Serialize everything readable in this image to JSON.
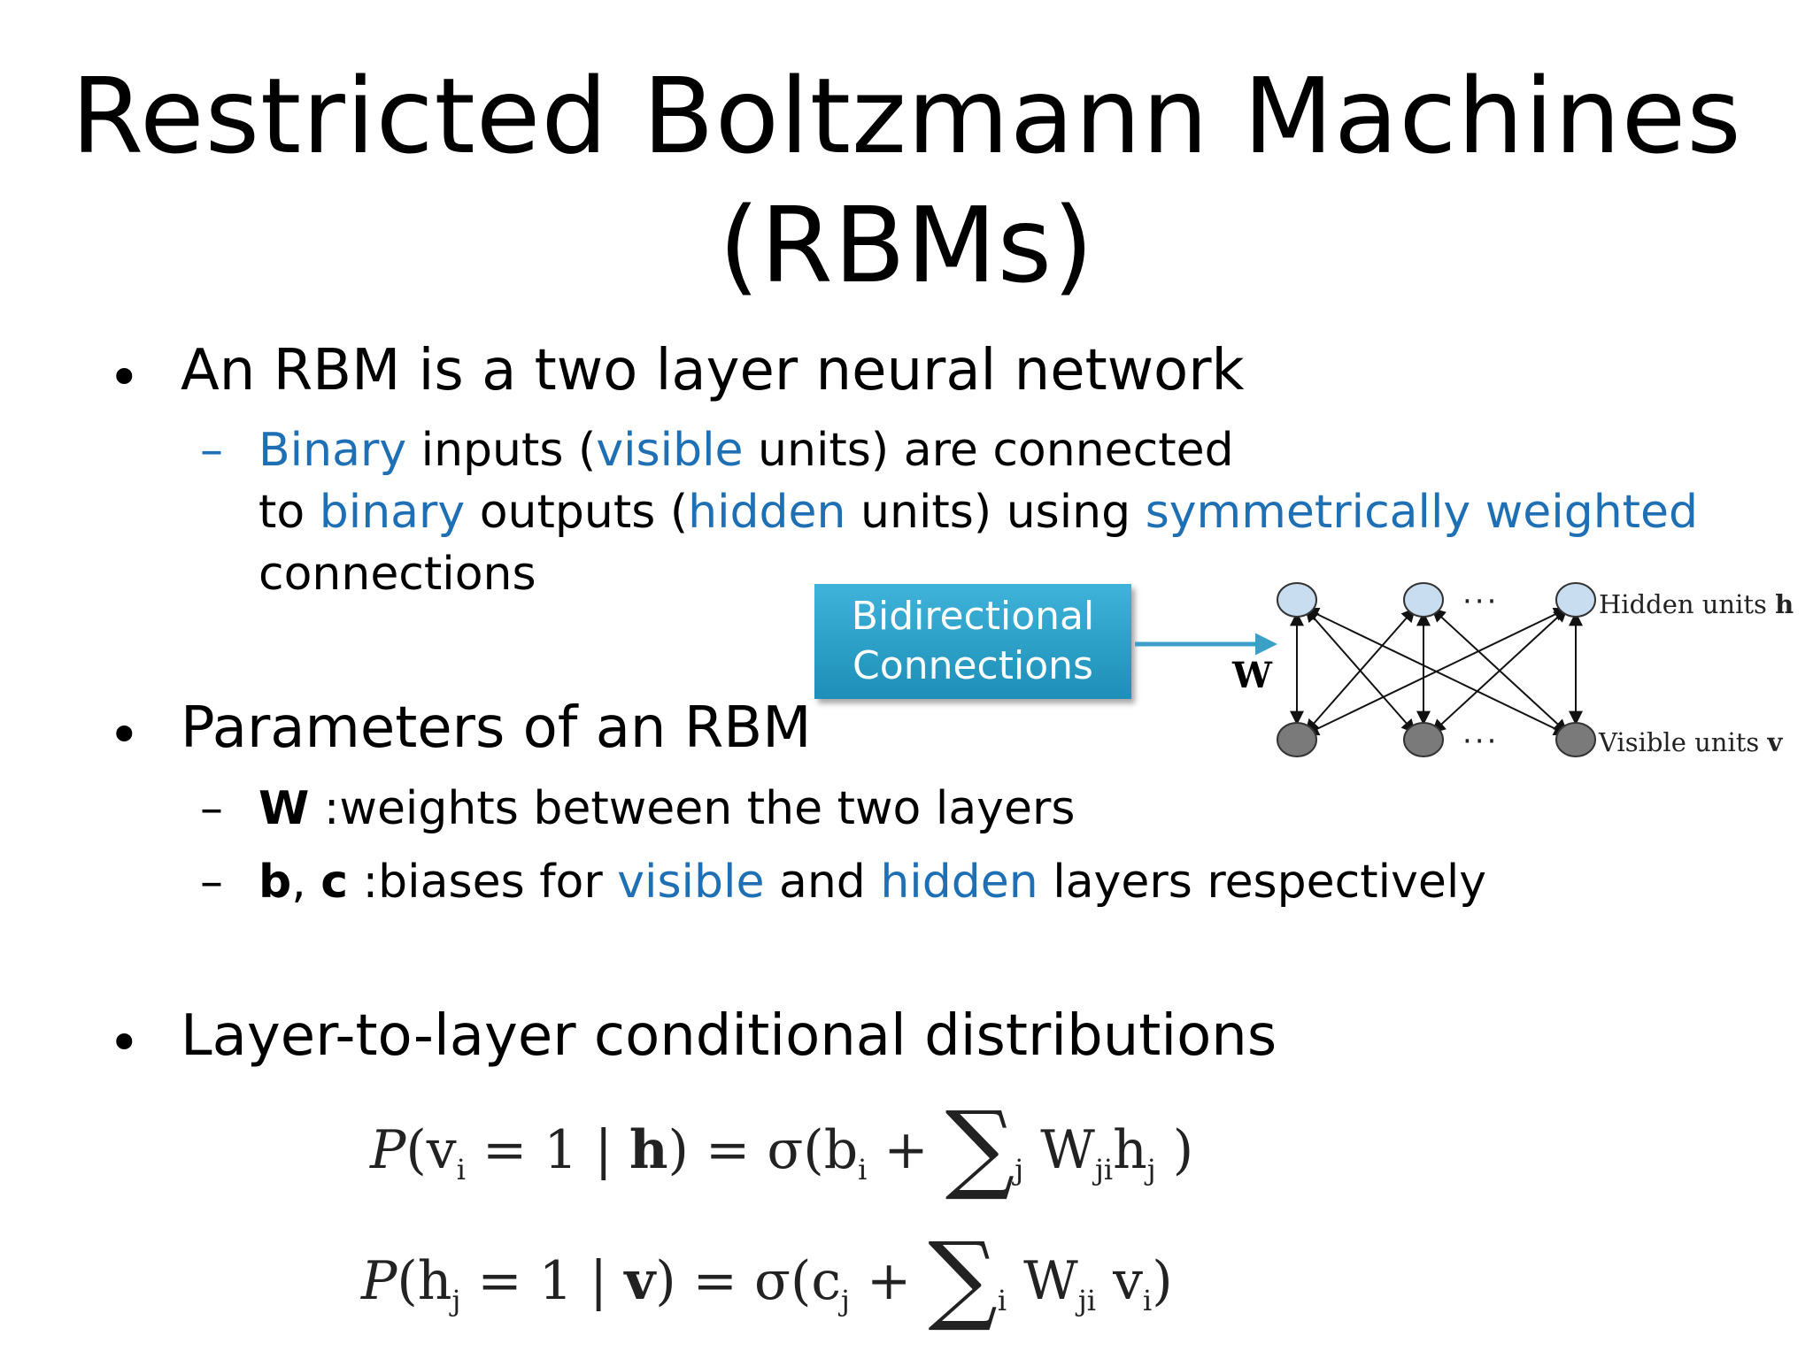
{
  "title_line1": "Restricted Boltzmann Machines",
  "title_line2": "(RBMs)",
  "bullet1": "An RBM is a two layer neural network",
  "bullet1_sub": {
    "p1": "Binary",
    "p2": " inputs (",
    "p3": "visible",
    "p4": " units) are connected",
    "p5": "to ",
    "p6": "binary",
    "p7": " outputs (",
    "p8": "hidden",
    "p9": " units) using ",
    "p10": "symmetrically weighted",
    "p11": "connections"
  },
  "bullet2": "Parameters of an RBM",
  "bullet2_sub1": {
    "bold": "W",
    "text": " :weights between the two layers"
  },
  "bullet2_sub2": {
    "b": "b",
    "comma": ", ",
    "c": "c",
    "t1": " :biases for ",
    "visible": "visible",
    "t2": " and ",
    "hidden": "hidden",
    "t3": " layers respectively"
  },
  "bullet3": "Layer-to-layer conditional distributions",
  "callout": {
    "line1": "Bidirectional",
    "line2": "Connections"
  },
  "diagram": {
    "weight_label": "W",
    "hidden_label": "Hidden units ",
    "hidden_symbol": "h",
    "visible_label": "Visible units ",
    "visible_symbol": "v",
    "ellipsis": "···"
  },
  "eq1": {
    "P": "P",
    "open": "(v",
    "i": "i",
    "eq": " = 1 | ",
    "h": "h",
    "close": ") = σ(b",
    "bi": "i",
    "plus": " + ",
    "sum": "∑",
    "sub_j": "j",
    "W": " W",
    "ji": "ji",
    "hh": "h",
    "hj": "j",
    "end": " )"
  },
  "eq2": {
    "P": "P",
    "open": "(h",
    "j": "j",
    "eq": " = 1 | ",
    "v": "v",
    "close": ") = σ(c",
    "cj": "j",
    "plus": " + ",
    "sum": "∑",
    "sub_i": "i",
    "W": " W",
    "ji": "ji",
    "vv": " v",
    "vi": "i",
    "end": ")"
  },
  "colors": {
    "accent": "#1f6fb5",
    "callout": "#2ba3cc",
    "hidden_node": "#c9ddf0",
    "visible_node": "#7a7a7a"
  }
}
